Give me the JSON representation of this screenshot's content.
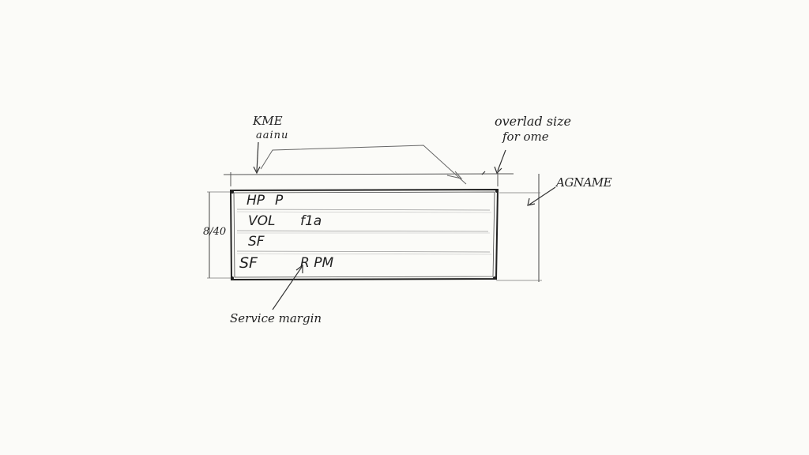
{
  "annotations": {
    "top_left_line1": "KME",
    "top_left_line2": "aainu",
    "top_right_line1": "overlad size",
    "top_right_line2": "for ome",
    "right": "AGNAME",
    "left": "8/40",
    "bottom": "Service margin"
  },
  "table_rows": [
    {
      "col1": "HP",
      "col2": "P"
    },
    {
      "col1": "VOL",
      "col2": "f1a"
    },
    {
      "col1": "SF",
      "col2": ""
    },
    {
      "col1": "SF",
      "col2": "R PM"
    }
  ],
  "colors": {
    "paper": "#fbfbf8",
    "ink": "#222222",
    "faint_ink": "#9a9a9a"
  }
}
